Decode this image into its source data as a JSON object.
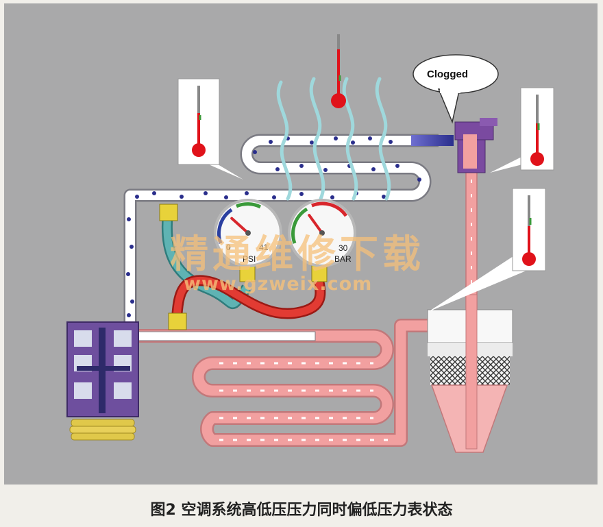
{
  "callout": {
    "label": "Clogged"
  },
  "gauges": {
    "low": {
      "scale_left": "0",
      "scale_right": "41",
      "unit": "PSI",
      "needle_level": 0.3
    },
    "high": {
      "scale_right": "30",
      "unit": "BAR",
      "needle_level": 0.35
    }
  },
  "watermark": {
    "cn": "精通维修下载",
    "url": "www.gzweix.com"
  },
  "caption": "图2 空调系统高低压压力同时偏低压力表状态",
  "colors": {
    "background_panel": "#a9a9aa",
    "low_side_pipe": "#ffffff",
    "high_side_pipe": "#f2a0a0",
    "refrigerant_dot": "#2a2e8c",
    "compressor": "#6e4f9e",
    "expansion_valve": "#7a4aa0",
    "heat_waves": "#9fd8dc",
    "hose_blue": "#5fb3b3",
    "hose_red": "#e23b33",
    "fitting_yellow": "#e8d23a",
    "thermometer_red": "#e0121a"
  },
  "icons": [
    "thermometer-icon",
    "pressure-gauge-icon",
    "compressor-icon",
    "expansion-valve-icon",
    "receiver-drier-icon"
  ]
}
